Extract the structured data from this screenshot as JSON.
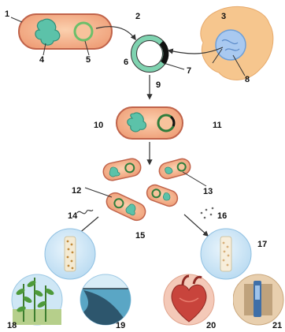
{
  "labels": {
    "n1": "1",
    "n2": "2",
    "n3": "3",
    "n4": "4",
    "n5": "5",
    "n6": "6",
    "n7": "7",
    "n8": "8",
    "n9": "9",
    "n10": "10",
    "n11": "11",
    "n12": "12",
    "n13": "13",
    "n14": "14",
    "n15": "15",
    "n16": "16",
    "n17": "17",
    "n18": "18",
    "n19": "19",
    "n20": "20",
    "n21": "21"
  },
  "colors": {
    "cell_fill": "#f3b48d",
    "cell_outline": "#c0634a",
    "dna_fill": "#5cc2a9",
    "plasmid_green": "#7fd3b0",
    "human_cell": "#f6c68e",
    "nucleus": "#a9c9f0",
    "circle_blue": "#cfe6f6"
  }
}
